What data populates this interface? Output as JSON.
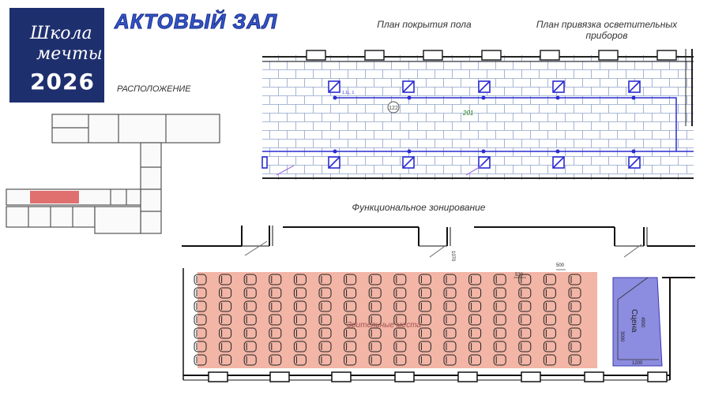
{
  "logo": {
    "line1": "Школа",
    "line2": "мечты",
    "year": "2026"
  },
  "title": "АКТОВЫЙ ЗАЛ",
  "captions": {
    "location": "РАСПОЛОЖЕНИЕ",
    "floor_plan": "План покрытия пола",
    "lighting_plan": "План привязка осветительных приборов",
    "zoning": "Функциональное зонирование"
  },
  "plan_labels": {
    "room_number": "201",
    "circle_tag": "122",
    "fixture_tag": "1.1L, 1"
  },
  "zoning_labels": {
    "seats": "Зрительные места",
    "stage": "Сцена",
    "dim_530": "530",
    "dim_500": "500",
    "dim_1070": "1070",
    "dim_1200": "1200",
    "dim_3000": "3000",
    "dim_4900": "4900"
  },
  "colors": {
    "logo_bg": "#1e2f6e",
    "title": "#3355c8",
    "fixture": "#2b2bd0",
    "tile_line": "#8fa3c9",
    "highlight_room": "#e07070",
    "seat_zone": "#f2b5a6",
    "stage_zone": "#8c8ce0"
  }
}
